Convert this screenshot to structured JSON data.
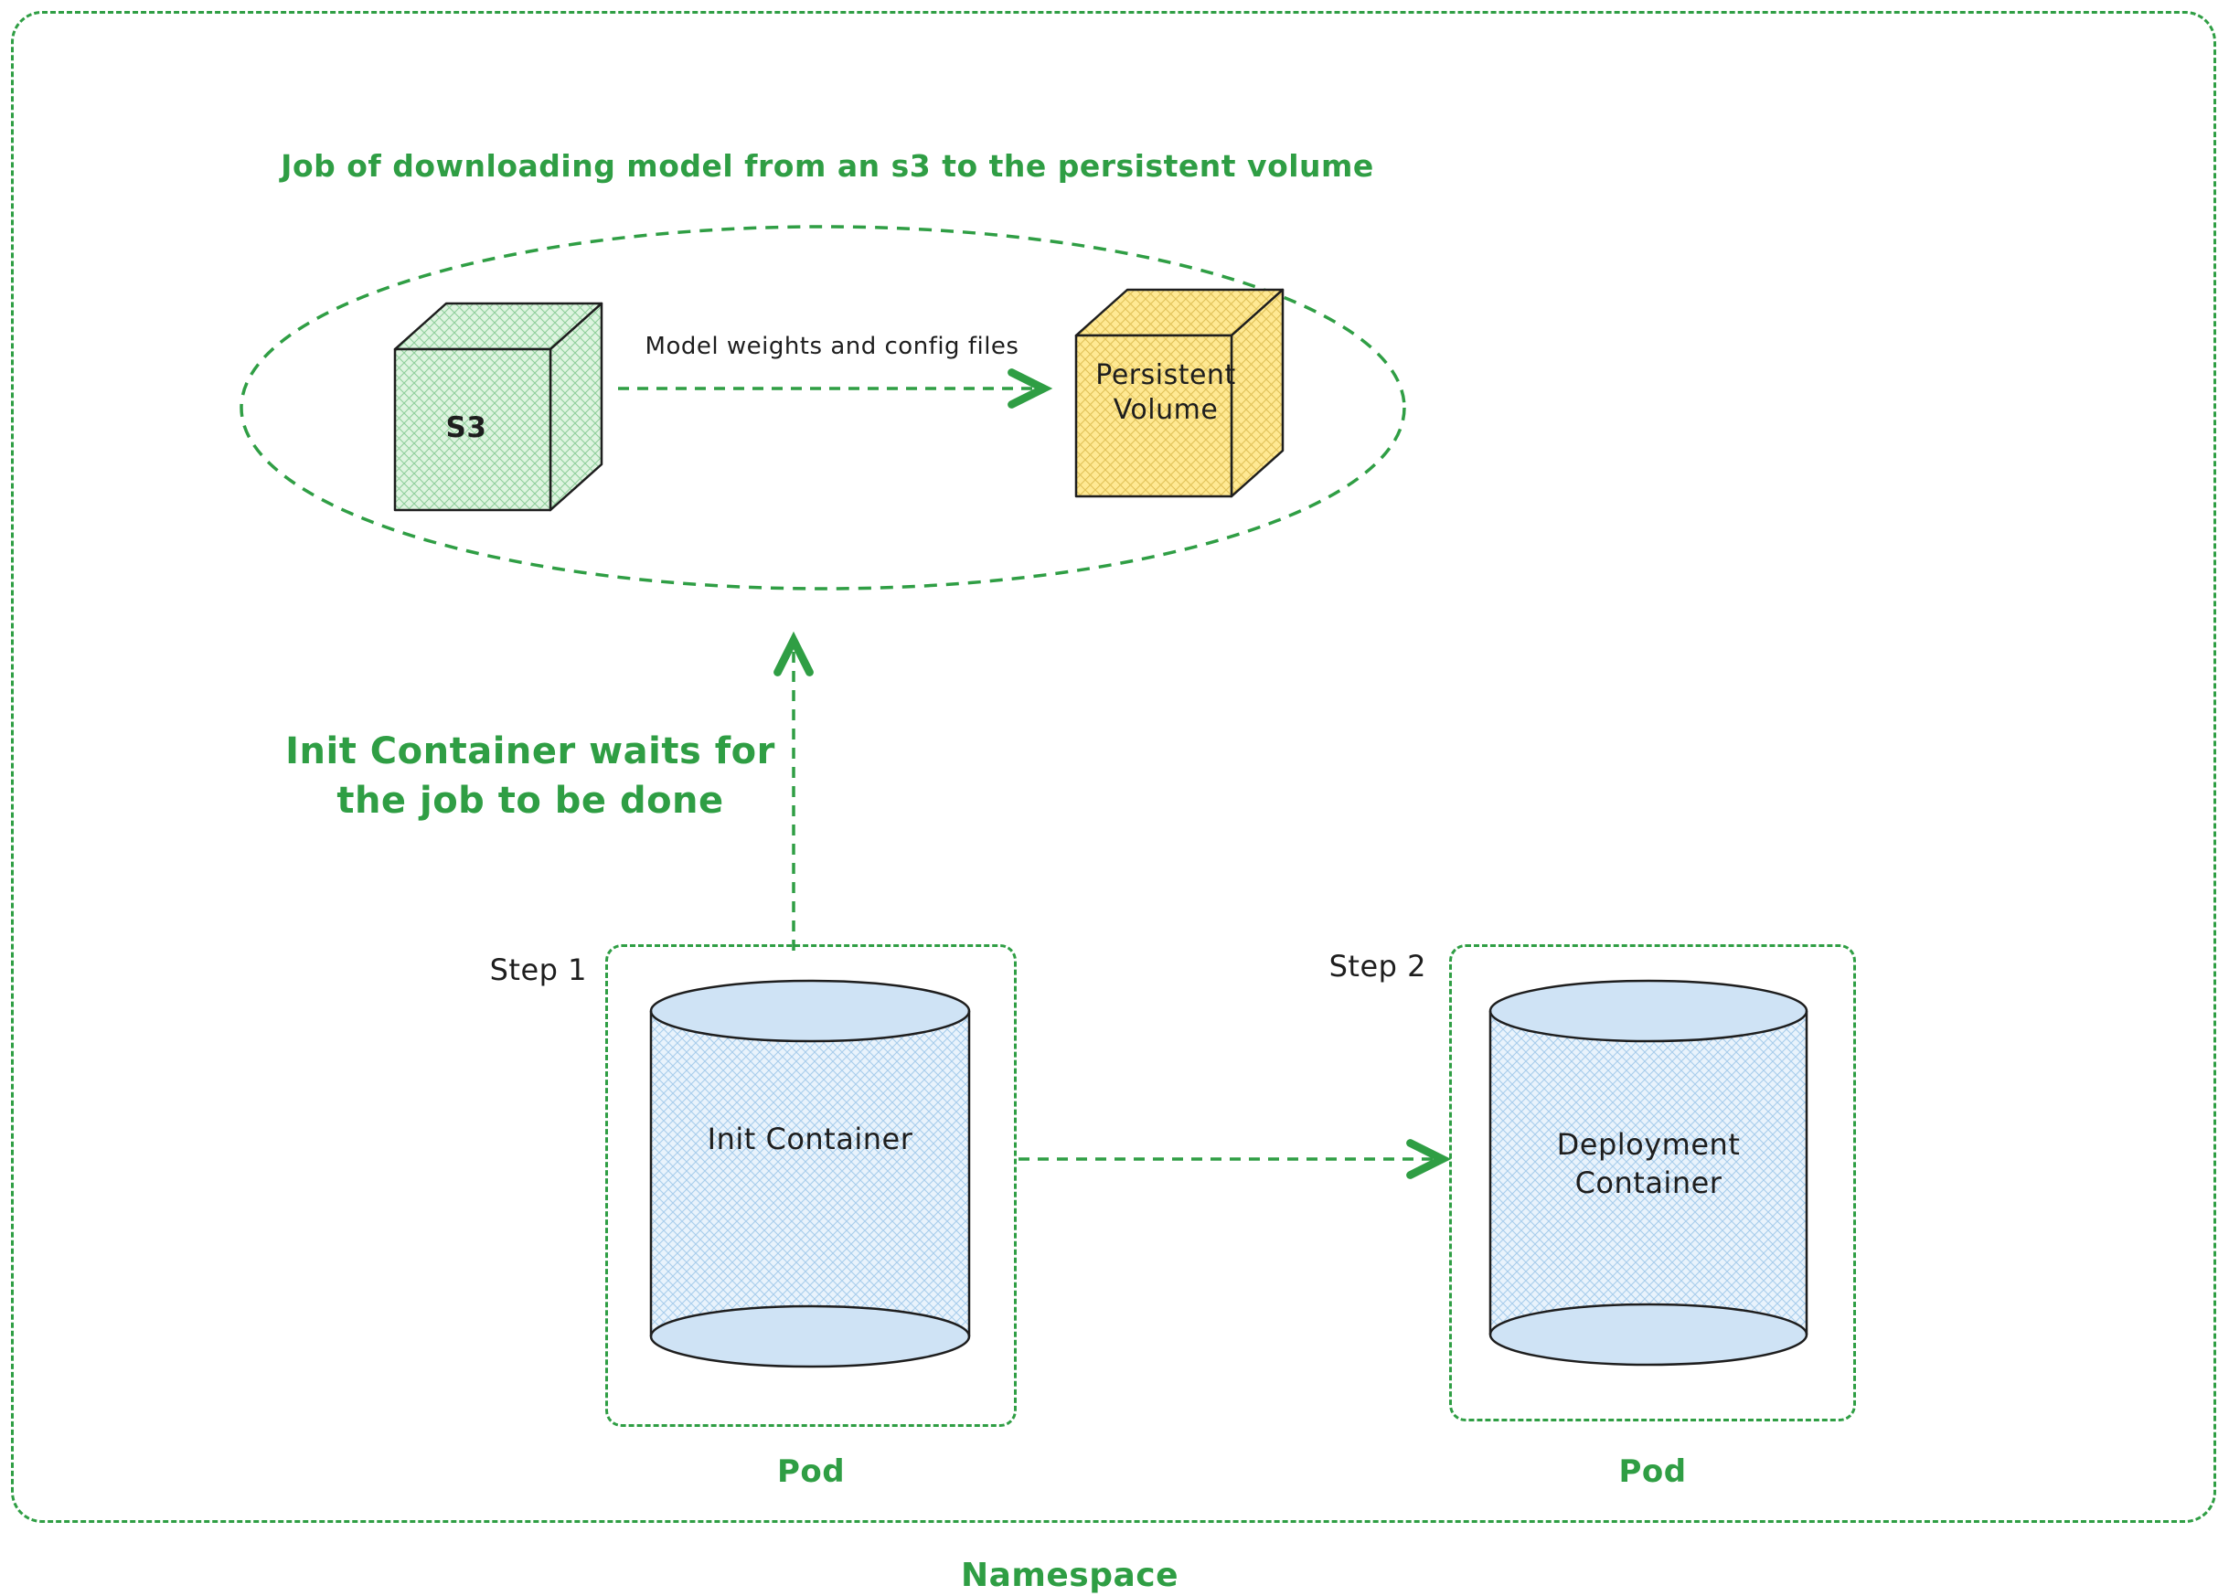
{
  "diagram": {
    "namespace_label": "Namespace",
    "job": {
      "title": "Job of downloading model from an s3 to the persistent volume",
      "s3_label": "S3",
      "arrow_label": "Model weights and config files",
      "pv_label": "Persistent\nVolume"
    },
    "wait_note": "Init Container waits for\nthe job to be done",
    "steps": [
      {
        "step_label": "Step 1",
        "container_label": "Init Container",
        "pod_label": "Pod"
      },
      {
        "step_label": "Step 2",
        "container_label": "Deployment\nContainer",
        "pod_label": "Pod"
      }
    ],
    "colors": {
      "green": "#2f9e44",
      "black": "#1e1e1e",
      "s3_cube_fill": "#b2f2bb",
      "persistent_volume_fill": "#ffec99",
      "container_cylinder_fill": "#a5d8ff"
    }
  }
}
